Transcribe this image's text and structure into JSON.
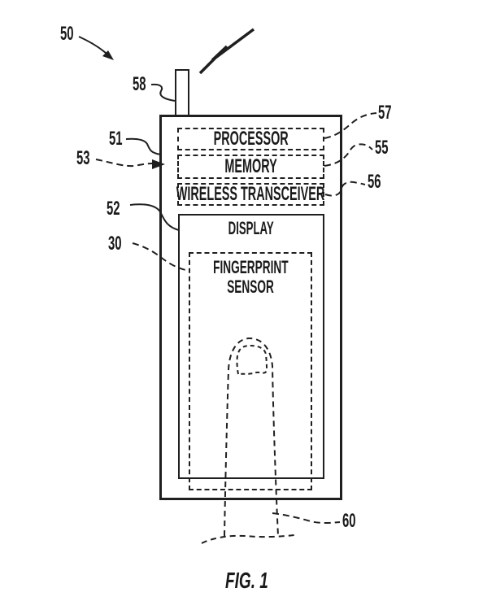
{
  "figure": {
    "caption": "FIG. 1",
    "type": "patent-line-drawing"
  },
  "components": {
    "processor": "PROCESSOR",
    "memory": "MEMORY",
    "transceiver": "WIRELESS TRANSCEIVER",
    "display": "DISPLAY",
    "sensor": "FINGERPRINT SENSOR"
  },
  "references": {
    "device": "50",
    "antenna": "58",
    "body_51": "51",
    "body_53": "53",
    "display": "52",
    "sensor": "30",
    "processor": "57",
    "memory": "55",
    "transceiver": "56",
    "finger": "60"
  },
  "icons": {
    "wireless_signal": "lightning-bolt",
    "finger": "dashed-finger-outline"
  },
  "colors": {
    "line": "#1f1f1f",
    "background": "#ffffff"
  }
}
